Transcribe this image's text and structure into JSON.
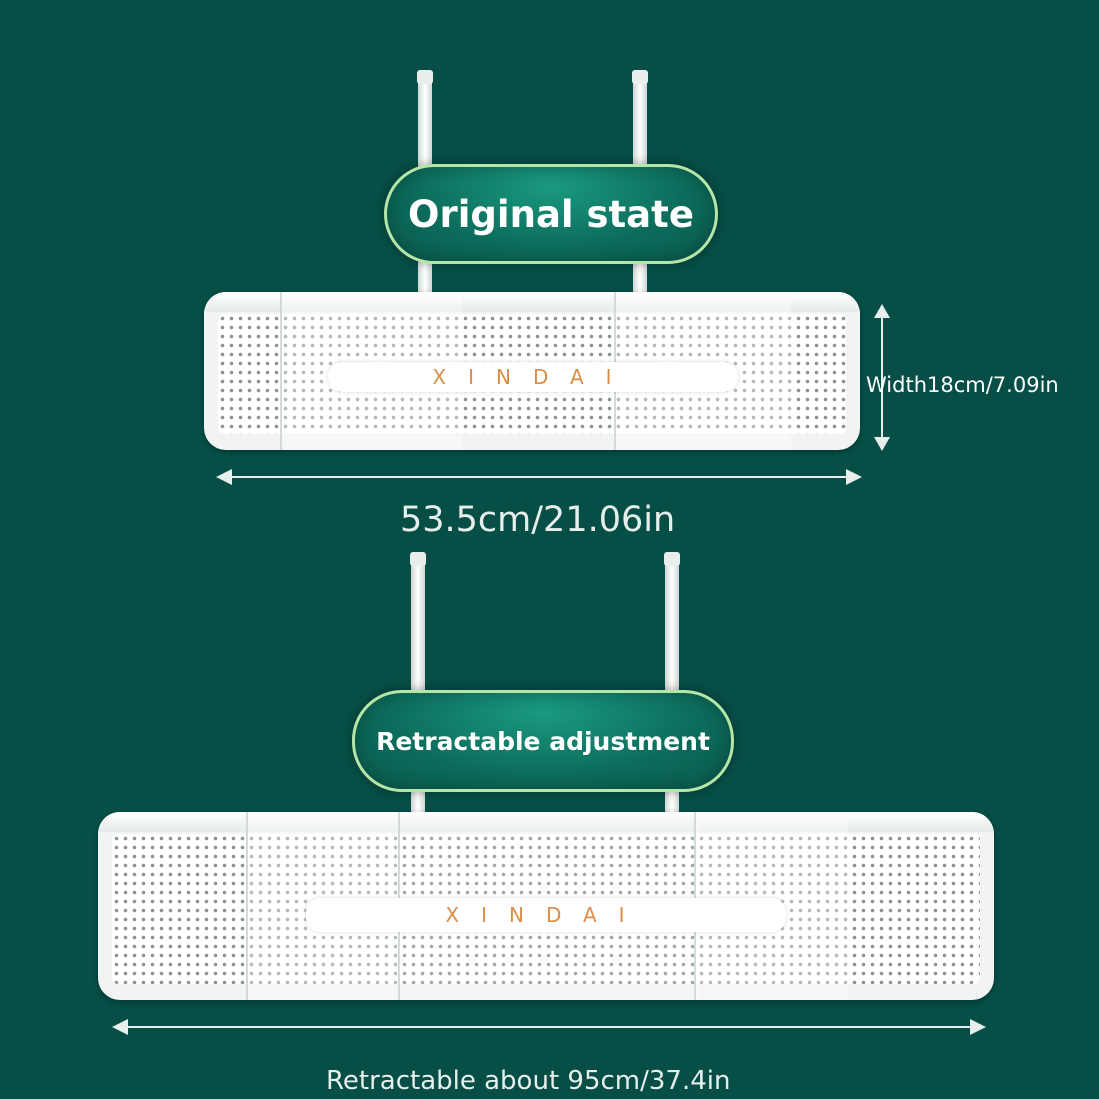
{
  "top": {
    "badge": "Original state",
    "brand": "XINDAI",
    "width_label": "Width18cm/7.09in",
    "length_label": "53.5cm/21.06in"
  },
  "bottom": {
    "badge": "Retractable adjustment",
    "brand": "XINDAI",
    "length_label": "Retractable about 95cm/37.4in"
  },
  "colors": {
    "background": "#064e46",
    "badge_border": "#b5e6a6",
    "brand_text": "#d98f4a"
  }
}
